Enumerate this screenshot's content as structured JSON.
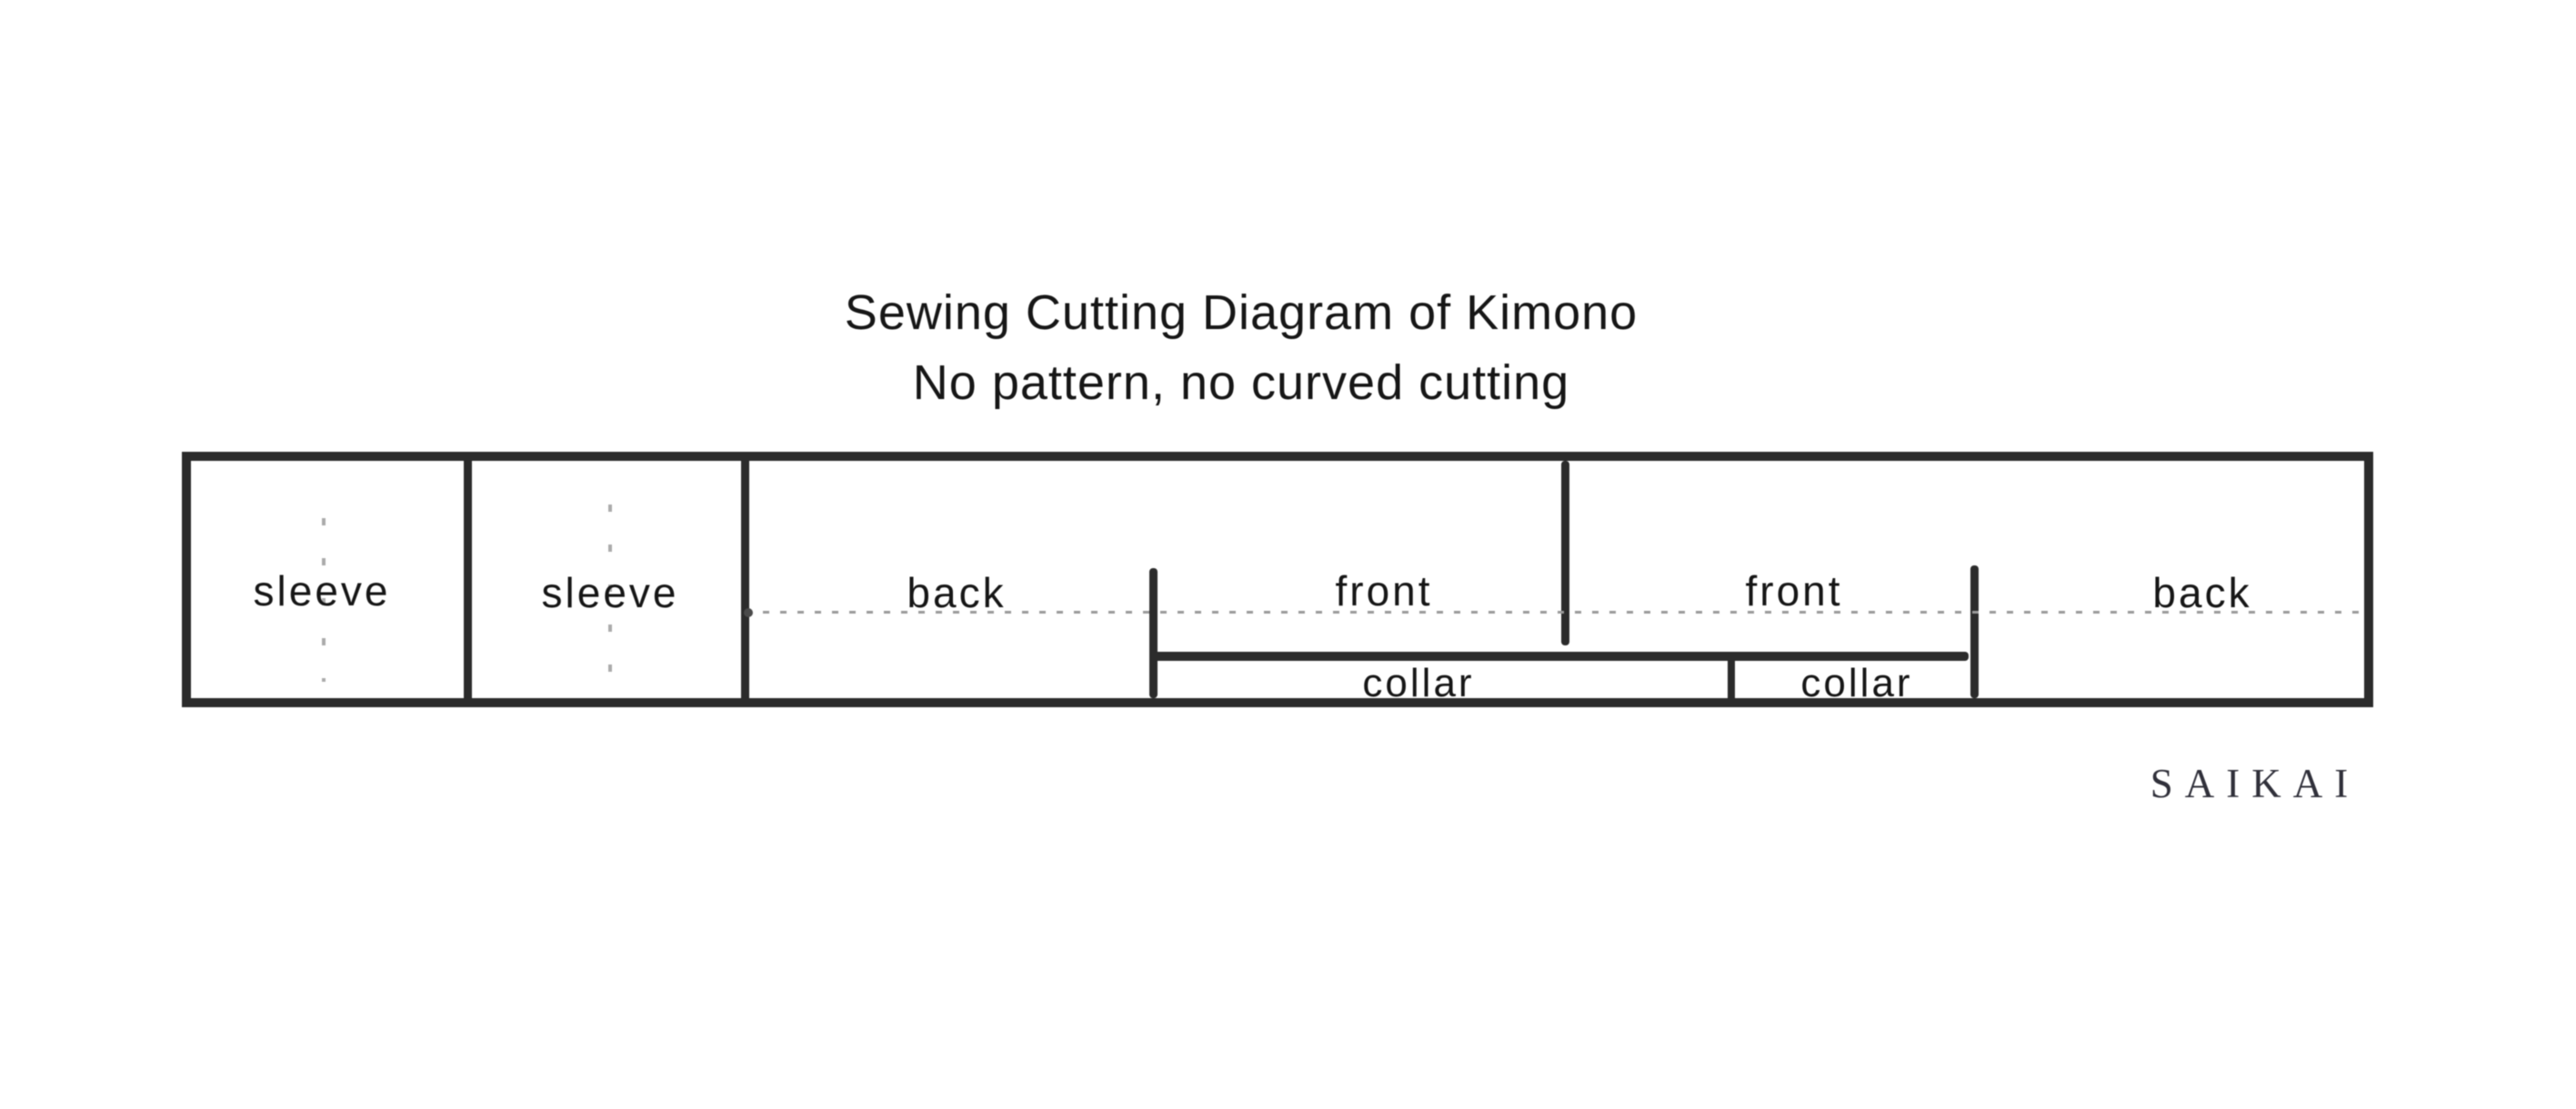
{
  "title": {
    "line1": "Sewing Cutting Diagram of Kimono",
    "line2": "No pattern, no curved cutting"
  },
  "diagram": {
    "labels": {
      "sleeve1": "sleeve",
      "sleeve2": "sleeve",
      "back_left": "back",
      "front_left": "front",
      "front_right": "front",
      "back_right": "back",
      "collar_left": "collar",
      "collar_right": "collar"
    }
  },
  "watermark": "SAIKAI",
  "colors": {
    "bg": "#ffffff",
    "line": "#2b2b2b",
    "text": "#161616",
    "fold": "#9a9a9a",
    "sleevefold": "#ababab",
    "wm": "#30303a"
  }
}
